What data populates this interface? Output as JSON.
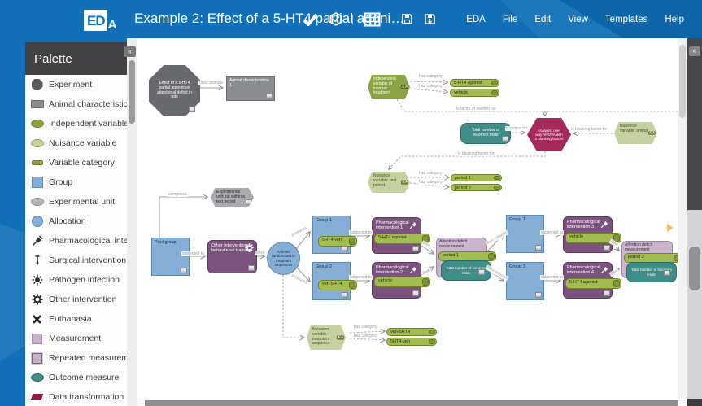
{
  "header": {
    "logo_ed": "ED",
    "logo_a": "A",
    "title": "Example 2: Effect of a 5-HT4 partial agoni…",
    "menu": [
      "EDA",
      "File",
      "Edit",
      "View",
      "Templates",
      "Help"
    ]
  },
  "icons": {
    "collapse": "«",
    "category_badge": "A,A"
  },
  "palette": {
    "title": "Palette",
    "items": [
      {
        "label": "Experiment"
      },
      {
        "label": "Animal characteristics"
      },
      {
        "label": "Independent variable of interest"
      },
      {
        "label": "Nuisance variable"
      },
      {
        "label": "Variable category"
      },
      {
        "label": "Group"
      },
      {
        "label": "Experimental unit"
      },
      {
        "label": "Allocation"
      },
      {
        "label": "Pharmacological intervention"
      },
      {
        "label": "Surgical intervention"
      },
      {
        "label": "Pathogen infection"
      },
      {
        "label": "Other intervention"
      },
      {
        "label": "Euthanasia"
      },
      {
        "label": "Measurement"
      },
      {
        "label": "Repeated measurement"
      },
      {
        "label": "Outcome measure"
      },
      {
        "label": "Data transformation"
      }
    ]
  },
  "canvas": {
    "nodes": {
      "experiment": "Effect of a 5-HT4 partial agonist on attentional deficit in rats",
      "animal_characteristics": "Animal characteristics 1",
      "iv_treatment": "Independent variable of interest: treatment",
      "cat_agonist": "5-HT4 agonist",
      "cat_vehicle": "vehicle",
      "outcome_trials": "Total number of incorrect trials",
      "analysis": "Analysis: one-way ANOVA with 2 blocking factors",
      "nv_animal": "Nuisance variable: animal",
      "nv_test_period": "Nuisance variable: test period",
      "cat_period1": "period 1",
      "cat_period2": "period 2",
      "pool_group": "Pool group",
      "experimental_unit": "Experimental unit: rat within a test period",
      "other_intervention": "Other intervention: behavioural training",
      "allocation": "Animals randomised to treatment sequences",
      "group1": "Group 1",
      "group2": "Group 2",
      "group3": "Group 3",
      "cat_seq_5ht4_veh": "5HT4-veh",
      "cat_seq_veh_5ht4": "veh-5HT4",
      "pharm1": "Pharmacological intervention 1",
      "pharm2": "Pharmacological intervention 2",
      "pharm3": "Pharmacological intervention 3",
      "pharm4": "Pharmacological intervention 4",
      "measurement": "Attention deficit measurement",
      "nv_sequence": "Nuisance variable: treatment sequence"
    },
    "edges": {
      "uses_animals": "uses animals",
      "has_category": "has category",
      "is_factor": "is factor of interest for",
      "is_output": "is output for",
      "is_blocking": "is blocking factor for",
      "comprises": "comprises",
      "subjected_to": "subjected to",
      "then": "then",
      "produces": "produces",
      "then_reforms": "then reforms"
    }
  },
  "colors": {
    "header_blue": "#1170b8",
    "olive": "#8ca343",
    "light_olive": "#c5d1a0",
    "category_green": "#a3bc52",
    "group_blue": "#84aed6",
    "intervention_purple": "#7c537f",
    "measurement_thistle": "#c9b6cb",
    "outcome_teal": "#3f8d89",
    "analysis_crimson": "#a52a5b",
    "node_gray": "#8a8c8f"
  }
}
